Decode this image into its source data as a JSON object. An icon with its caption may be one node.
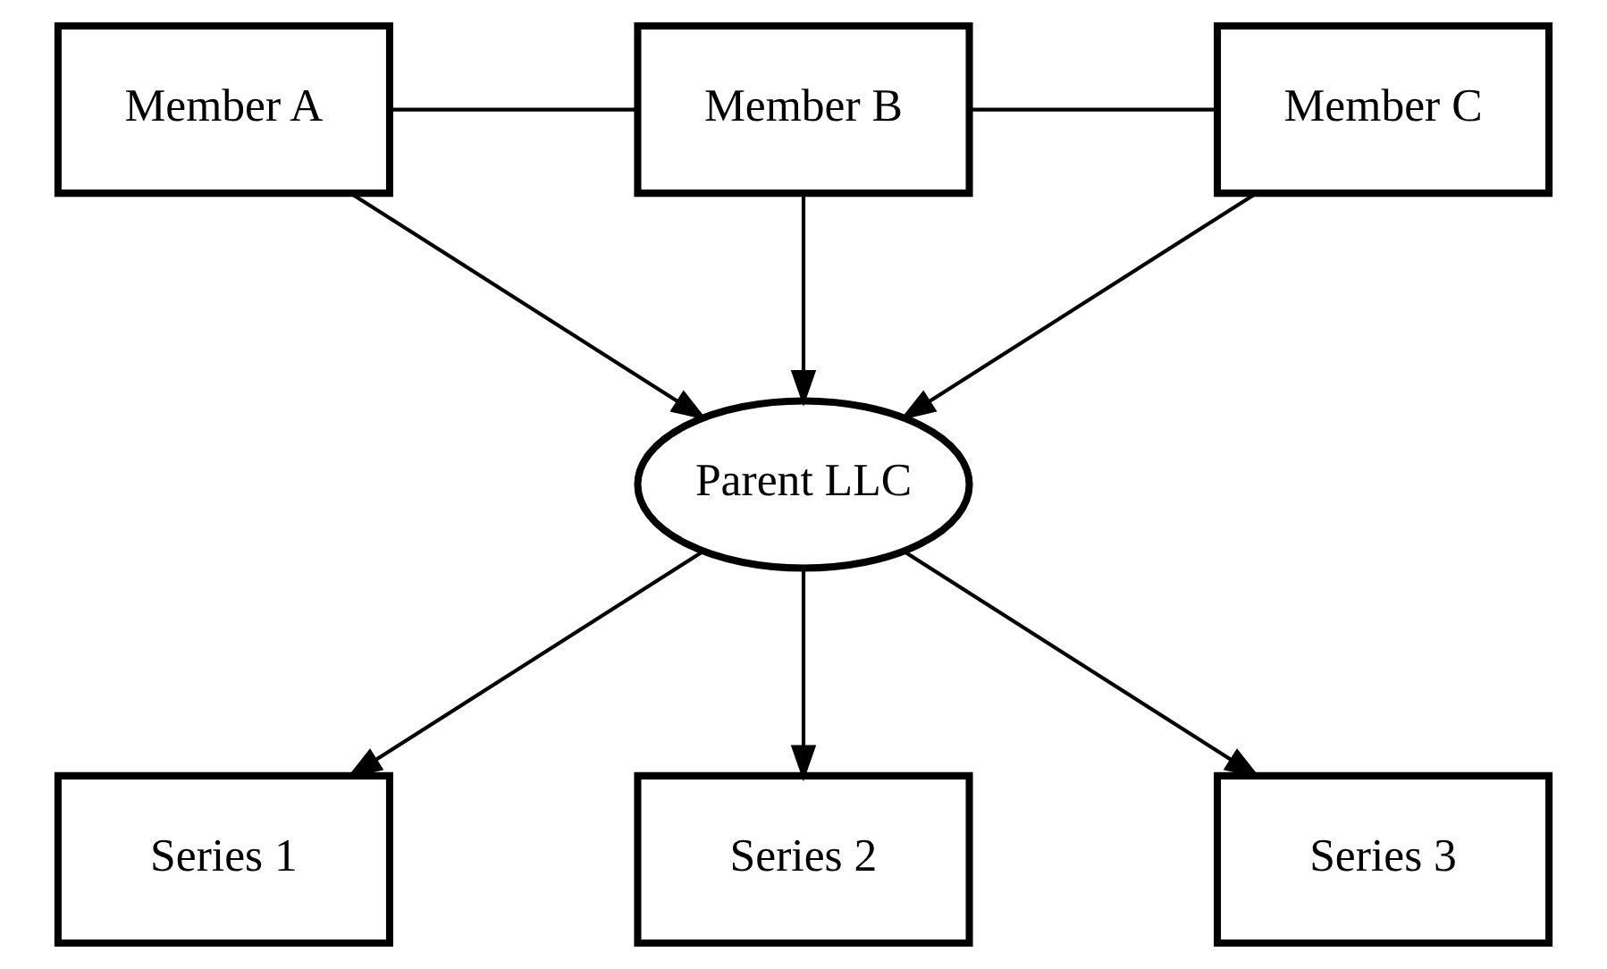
{
  "diagram": {
    "nodes": [
      {
        "text": [
          "Member A"
        ]
      },
      {
        "text": [
          "Member B"
        ]
      },
      {
        "text": [
          "Member C"
        ]
      },
      {
        "text": [
          "Parent LLC"
        ]
      },
      {
        "text": [
          "Series 1"
        ]
      },
      {
        "text": [
          "Series 2"
        ]
      },
      {
        "text": [
          "Series 3"
        ]
      }
    ],
    "edges": [
      {
        "from": 0,
        "to": 1,
        "arrow": "none"
      },
      {
        "from": 1,
        "to": 2,
        "arrow": "none"
      },
      {
        "from": 0,
        "to": 3,
        "arrow": "to"
      },
      {
        "from": 1,
        "to": 3,
        "arrow": "to"
      },
      {
        "from": 2,
        "to": 3,
        "arrow": "to"
      },
      {
        "from": 3,
        "to": 4,
        "arrow": "to"
      },
      {
        "from": 3,
        "to": 5,
        "arrow": "to"
      },
      {
        "from": 3,
        "to": 6,
        "arrow": "to"
      }
    ]
  }
}
